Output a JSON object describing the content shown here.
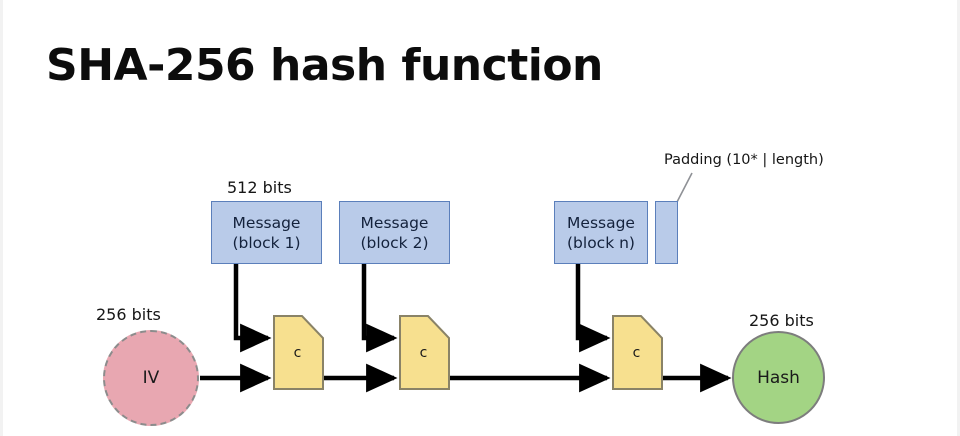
{
  "slide": {
    "title": "SHA-256 hash function",
    "background_color": "#ffffff"
  },
  "colors": {
    "message_block_fill": "#b9cbe9",
    "message_block_border": "#5b7fbb",
    "compression_fill": "#f7e08f",
    "compression_border": "#8a8367",
    "iv_fill": "#e8a7b1",
    "iv_border": "#8c8c8c",
    "hash_fill": "#a3d484",
    "hash_border": "#7d7d7d",
    "arrow": "#000000",
    "leader_line": "#8f9196"
  },
  "labels": {
    "message_size": "512 bits",
    "iv_size": "256 bits",
    "hash_size": "256 bits",
    "padding": "Padding (10* | length)"
  },
  "message_blocks": [
    {
      "line1": "Message",
      "line2": "(block 1)"
    },
    {
      "line1": "Message",
      "line2": "(block 2)"
    },
    {
      "line1": "Message",
      "line2": "(block n)"
    }
  ],
  "compression_boxes": [
    {
      "label": "c"
    },
    {
      "label": "c"
    },
    {
      "label": "c"
    }
  ],
  "nodes": {
    "iv": {
      "label": "IV"
    },
    "hash": {
      "label": "Hash"
    }
  }
}
